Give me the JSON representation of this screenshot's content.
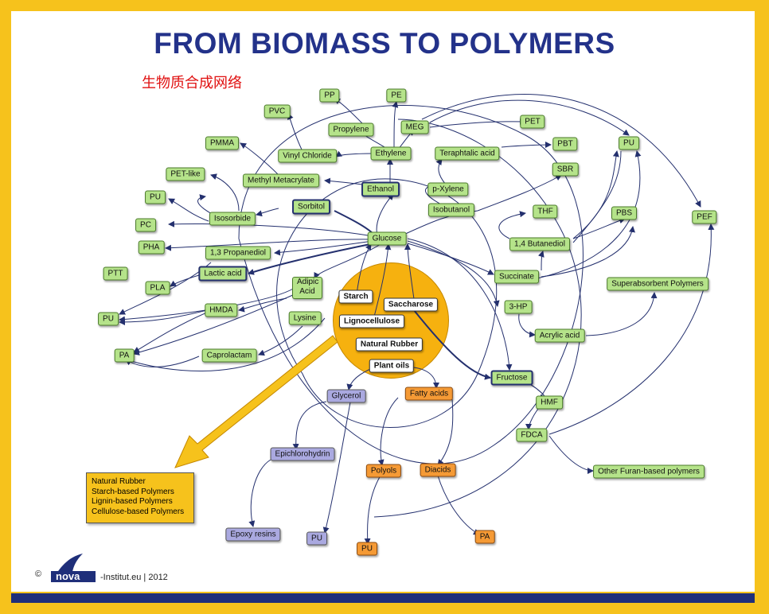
{
  "title": "FROM BIOMASS TO POLYMERS",
  "subtitle": "生物质合成网络",
  "footer": {
    "copyright": "©",
    "logo_text": "nova",
    "text": "-Institut.eu | 2012"
  },
  "infobox": [
    "Natural Rubber",
    "Starch-based Polymers",
    "Lignin-based Polymers",
    "Cellulose-based Polymers"
  ],
  "nodes": {
    "pp": "PP",
    "pe": "PE",
    "pvc": "PVC",
    "propylene": "Propylene",
    "meg": "MEG",
    "pet": "PET",
    "pmma": "PMMA",
    "vinyl_chloride": "Vinyl Chloride",
    "ethylene": "Ethylene",
    "teraphtalic": "Teraphtalic acid",
    "pbt": "PBT",
    "pu_right": "PU",
    "pet_like": "PET-like",
    "methyl_meta": "Methyl Metacrylate",
    "p_xylene": "p-Xylene",
    "sbr": "SBR",
    "pu_left_top": "PU",
    "ethanol": "Ethanol",
    "sorbitol": "Sorbitol",
    "isobutanol": "Isobutanol",
    "thf": "THF",
    "pbs": "PBS",
    "pef": "PEF",
    "isosorbide": "Isosorbide",
    "pc": "PC",
    "glucose": "Glucose",
    "pha": "PHA",
    "propanediol": "1,3 Propanediol",
    "butanediol": "1,4 Butanediol",
    "ptt": "PTT",
    "lactic": "Lactic acid",
    "succinate": "Succinate",
    "superabsorbent": "Superabsorbent Polymers",
    "pla": "PLA",
    "adipic": "Adipic Acid",
    "starch": "Starch",
    "saccharose": "Saccharose",
    "three_hp": "3-HP",
    "pu_left_mid": "PU",
    "hmda": "HMDA",
    "lysine": "Lysine",
    "lignocellulose": "Lignocellulose",
    "acrylic": "Acrylic acid",
    "natural_rubber": "Natural Rubber",
    "pa_left": "PA",
    "caprolactam": "Caprolactam",
    "plant_oils": "Plant oils",
    "fructose": "Fructose",
    "glycerol": "Glycerol",
    "fatty_acids": "Fatty acids",
    "hmf": "HMF",
    "fdca": "FDCA",
    "epichloro": "Epichlorohydrin",
    "polyols": "Polyols",
    "diacids": "Diacids",
    "other_furan": "Other Furan-based polymers",
    "epoxy": "Epoxy resins",
    "pu_purple": "PU",
    "pu_orange": "PU",
    "pa_orange": "PA"
  },
  "colors": {
    "frame": "#f6c21c",
    "title": "#23328a",
    "subtitle": "#e01010",
    "green_node": "#b5e38a",
    "purple_node": "#aaa9e0",
    "orange_node": "#f59a35",
    "arrow": "#24306e"
  }
}
